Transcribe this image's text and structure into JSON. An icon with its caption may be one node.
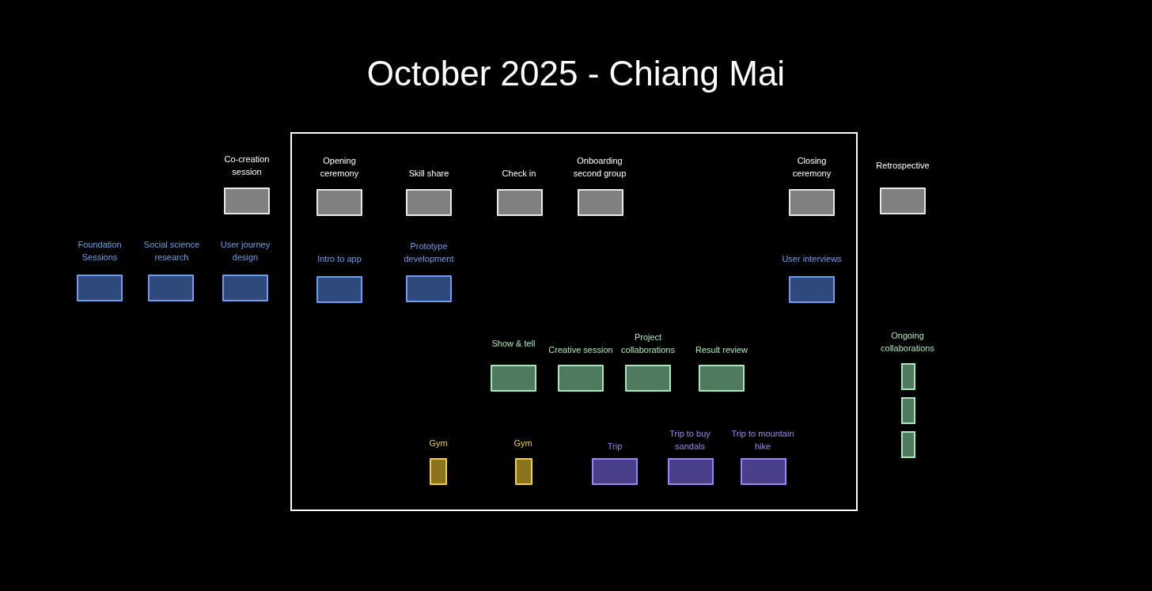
{
  "diagram": {
    "title": "October 2025 - Chiang Mai",
    "nodes": [
      {
        "text": [],
        "shape": "box"
      },
      {
        "text": [
          "Co-creation session"
        ]
      },
      {
        "text": [
          "Opening ceremony"
        ],
        "in": 0
      },
      {
        "text": [
          "Skill share"
        ],
        "in": 0
      },
      {
        "text": [
          "Check in"
        ],
        "in": 0
      },
      {
        "text": [
          "Onboarding second group"
        ],
        "in": 0
      },
      {
        "text": [
          "Closing ceremony"
        ],
        "in": 0
      },
      {
        "text": [
          "Retrospective"
        ]
      },
      {
        "text": [
          "Foundation Sessions"
        ]
      },
      {
        "text": [
          "Social science research"
        ]
      },
      {
        "text": [
          "User journey design"
        ]
      },
      {
        "text": [
          "Intro to app"
        ],
        "in": 0
      },
      {
        "text": [
          "Prototype development"
        ],
        "in": 0
      },
      {
        "text": [
          "User interviews"
        ],
        "in": 0
      },
      {
        "text": [
          "Show & tell"
        ],
        "in": 0
      },
      {
        "text": [
          "Creative session"
        ],
        "in": 0
      },
      {
        "text": [
          "Project collaborations"
        ],
        "in": 0
      },
      {
        "text": [
          "Result review"
        ],
        "in": 0
      },
      {
        "text": [
          "Ongoing collaborations"
        ]
      },
      {
        "text": [],
        "shape": "bar"
      },
      {
        "text": [],
        "shape": "bar"
      },
      {
        "text": [],
        "shape": "bar"
      },
      {
        "text": [
          "Gym"
        ],
        "in": 0
      },
      {
        "text": [
          "Gym"
        ],
        "in": 0
      },
      {
        "text": [
          "Trip"
        ],
        "in": 0
      },
      {
        "text": [
          "Trip to buy sandals"
        ],
        "in": 0
      },
      {
        "text": [
          "Trip to mountain hike"
        ],
        "in": 0
      }
    ],
    "edges": []
  }
}
